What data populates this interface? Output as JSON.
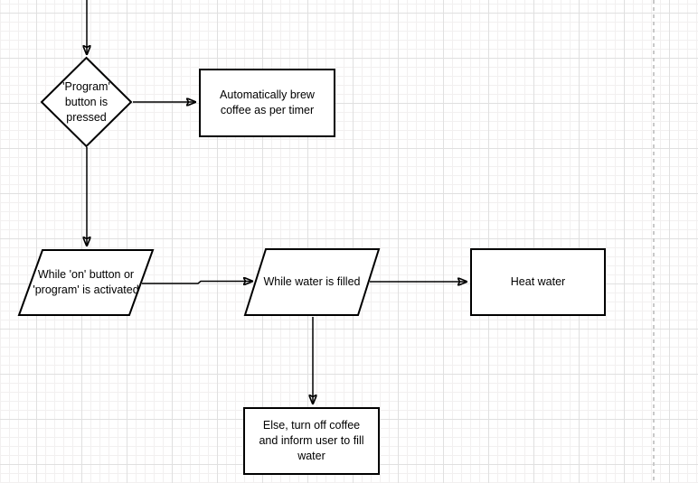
{
  "app": {
    "view": "flowchart-editor-canvas"
  },
  "theme": {
    "bg": "#ffffff",
    "grid_minor": "#f2f0f0",
    "grid_major": "#e0e0e0",
    "stroke": "#000000",
    "boundary": "#c9c9c9",
    "text": "#000000"
  },
  "diagram": {
    "nodes": [
      {
        "id": "decision-program-button",
        "type": "decision",
        "label": "'Program'\nbutton is\npressed"
      },
      {
        "id": "process-auto-brew",
        "type": "process",
        "label": "Automatically brew\ncoffee as per timer"
      },
      {
        "id": "io-on-or-program",
        "type": "input-output",
        "label": "While 'on' button or\n'program' is activated"
      },
      {
        "id": "io-water-filled",
        "type": "input-output",
        "label": "While water is filled"
      },
      {
        "id": "process-heat-water",
        "type": "process",
        "label": "Heat water"
      },
      {
        "id": "process-else-turn-off",
        "type": "process",
        "label": "Else, turn off coffee\nand inform user to fill\nwater"
      }
    ],
    "connectors": [
      {
        "id": "edge-top-into-decision",
        "from": "offscreen-top",
        "to": "decision-program-button"
      },
      {
        "id": "edge-decision-to-auto-brew",
        "from": "decision-program-button",
        "to": "process-auto-brew"
      },
      {
        "id": "edge-decision-to-io-on",
        "from": "decision-program-button",
        "to": "io-on-or-program"
      },
      {
        "id": "edge-io-on-to-io-water",
        "from": "io-on-or-program",
        "to": "io-water-filled"
      },
      {
        "id": "edge-io-water-to-heat",
        "from": "io-water-filled",
        "to": "process-heat-water"
      },
      {
        "id": "edge-io-water-to-else",
        "from": "io-water-filled",
        "to": "process-else-turn-off"
      }
    ]
  }
}
